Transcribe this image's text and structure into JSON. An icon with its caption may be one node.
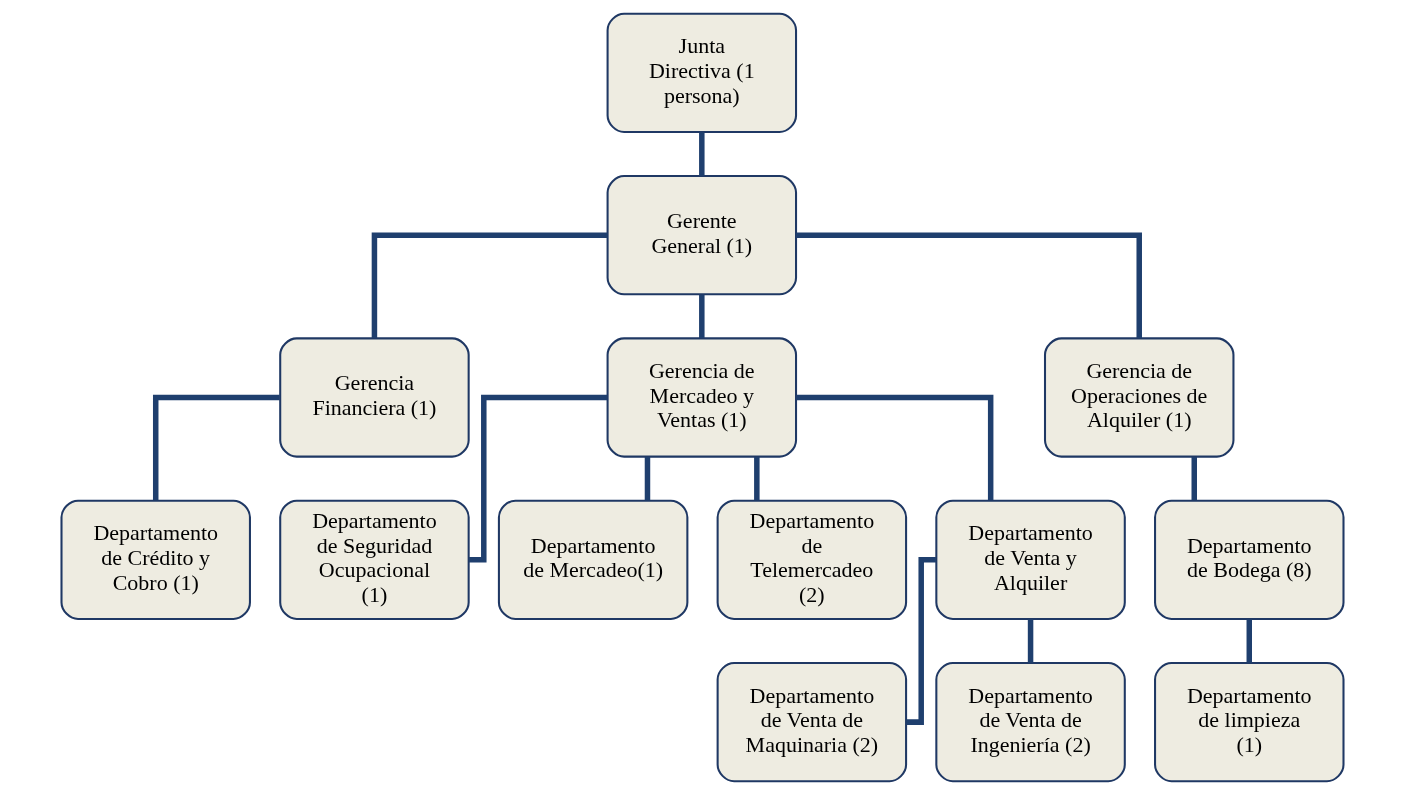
{
  "diagram": {
    "nodes": [
      {
        "text": [
          "Junta Directiva (1 persona)"
        ]
      },
      {
        "text": [
          "Gerente General (1)"
        ]
      },
      {
        "text": [
          "Gerencia Financiera (1)"
        ]
      },
      {
        "text": [
          "Gerencia de Mercadeo y Ventas (1)"
        ]
      },
      {
        "text": [
          "Gerencia de Operaciones de Alquiler (1)"
        ]
      },
      {
        "text": [
          "Departamento de Crédito y Cobro (1)"
        ]
      },
      {
        "text": [
          "Departamento de Seguridad Ocupacional (1)"
        ]
      },
      {
        "text": [
          "Departamento de Mercadeo(1)"
        ]
      },
      {
        "text": [
          "Departamento de Telemercadeo (2)"
        ]
      },
      {
        "text": [
          "Departamento de Venta y Alquiler"
        ]
      },
      {
        "text": [
          "Departamento de Bodega (8)"
        ]
      },
      {
        "text": [
          "Departamento de Venta de Maquinaria (2)"
        ]
      },
      {
        "text": [
          "Departamento de Venta de Ingeniería (2)"
        ]
      },
      {
        "text": [
          "Departamento de limpieza (1)"
        ]
      }
    ],
    "edges": [
      {
        "from": 0,
        "to": 1,
        "arrow": "none"
      },
      {
        "from": 1,
        "to": 2,
        "arrow": "none"
      },
      {
        "from": 1,
        "to": 3,
        "arrow": "none"
      },
      {
        "from": 1,
        "to": 4,
        "arrow": "none"
      },
      {
        "from": 2,
        "to": 5,
        "arrow": "none"
      },
      {
        "from": 3,
        "to": 6,
        "arrow": "none"
      },
      {
        "from": 3,
        "to": 7,
        "arrow": "none"
      },
      {
        "from": 3,
        "to": 8,
        "arrow": "none"
      },
      {
        "from": 3,
        "to": 9,
        "arrow": "none"
      },
      {
        "from": 4,
        "to": 10,
        "arrow": "none"
      },
      {
        "from": 9,
        "to": 11,
        "arrow": "none"
      },
      {
        "from": 9,
        "to": 12,
        "arrow": "none"
      },
      {
        "from": 10,
        "to": 13,
        "arrow": "none"
      }
    ]
  }
}
